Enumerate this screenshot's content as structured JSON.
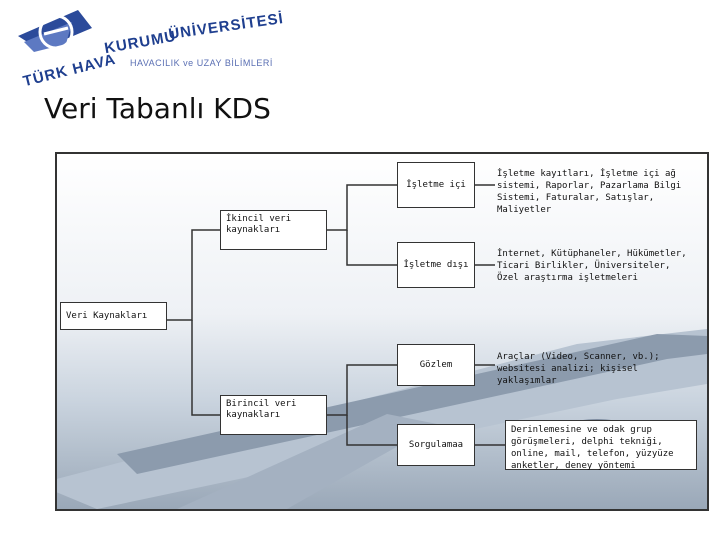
{
  "logo": {
    "line1_part1": "TÜRK HAVA",
    "line1_part2": "KURUMU",
    "line1_part3": "ÜNİVERSİTESİ",
    "subtitle": "HAVACILIK ve UZAY BİLİMLERİ"
  },
  "page_title": "Veri Tabanlı KDS",
  "diagram": {
    "root": "Veri Kaynakları",
    "secondary": "İkincil veri kaynakları",
    "primary": "Birincil veri kaynakları",
    "internal": "İşletme içi",
    "external": "İşletme dışı",
    "observation": "Gözlem",
    "survey": "Sorgulamaa",
    "internal_desc": "İşletme kayıtları, İşletme içi ağ sistemi, Raporlar, Pazarlama Bilgi Sistemi, Faturalar, Satışlar, Maliyetler",
    "external_desc": "İnternet, Kütüphaneler, Hükümetler, Ticari Birlikler, Üniversiteler, Özel araştırma işletmeleri",
    "observation_desc": "Araçlar (Video, Scanner, vb.); websitesi analizi; kişisel yaklaşımlar",
    "survey_desc": "Derinlemesine ve odak grup görüşmeleri, delphi tekniği, online, mail, telefon, yüzyüze anketler, deney yöntemi"
  },
  "colors": {
    "logo_blue": "#1f3f8f",
    "logo_sub": "#5a6fb3",
    "panel_border": "#333333"
  }
}
